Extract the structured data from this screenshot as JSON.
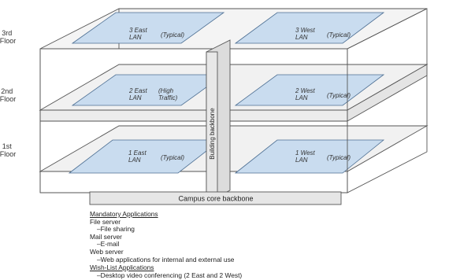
{
  "floors": {
    "third": [
      "3rd",
      "Floor"
    ],
    "second": [
      "2nd",
      "Floor"
    ],
    "first": [
      "1st",
      "Floor"
    ]
  },
  "lans": {
    "third_east": {
      "name": [
        "3 East",
        "LAN"
      ],
      "note": [
        "(Typical)"
      ]
    },
    "third_west": {
      "name": [
        "3 West",
        "LAN"
      ],
      "note": [
        "(Typical)"
      ]
    },
    "second_east": {
      "name": [
        "2 East",
        "LAN"
      ],
      "note": [
        "(High",
        "Traffic)"
      ]
    },
    "second_west": {
      "name": [
        "2 West",
        "LAN"
      ],
      "note": [
        "(Typical)"
      ]
    },
    "first_east": {
      "name": [
        "1 East",
        "LAN"
      ],
      "note": [
        "(Typical)"
      ]
    },
    "first_west": {
      "name": [
        "1 West",
        "LAN"
      ],
      "note": [
        "(Typical)"
      ]
    }
  },
  "building_backbone": "Building backbone",
  "campus_backbone": "Campus core backbone",
  "applications": {
    "mandatory_heading": "Mandatory Applications",
    "mandatory": [
      {
        "text": "File server",
        "indent": false
      },
      {
        "text": "–File sharing",
        "indent": true
      },
      {
        "text": "Mail server",
        "indent": false
      },
      {
        "text": "–E-mail",
        "indent": true
      },
      {
        "text": "Web server",
        "indent": false
      },
      {
        "text": "–Web applications for internal and external use",
        "indent": true
      }
    ],
    "wishlist_heading": "Wish-List Applications",
    "wishlist": [
      {
        "text": "–Desktop video conferencing (2 East and 2 West)",
        "indent": true
      }
    ]
  },
  "colors": {
    "lan_fill": "#c9dcef",
    "slab_fill": "#f1f1f1",
    "line": "#555555",
    "backbone_fill": "#e6e6e6"
  }
}
